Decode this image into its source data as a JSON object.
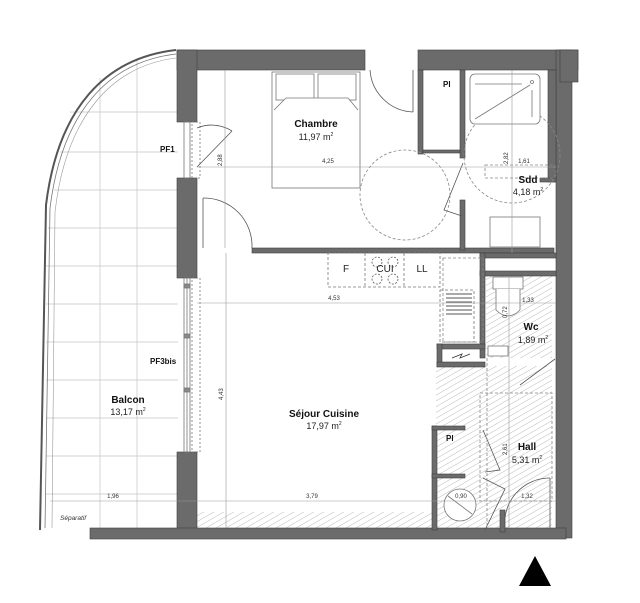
{
  "plan": {
    "rooms": {
      "chambre": {
        "name": "Chambre",
        "area": "11,97 m",
        "unit_sup": "2"
      },
      "sdd": {
        "name": "Sdd",
        "area": "4,18 m",
        "unit_sup": "2"
      },
      "wc": {
        "name": "Wc",
        "area": "1,89 m",
        "unit_sup": "2"
      },
      "sejour": {
        "name": "Séjour Cuisine",
        "area": "17,97 m",
        "unit_sup": "2"
      },
      "hall": {
        "name": "Hall",
        "area": "5,31 m",
        "unit_sup": "2"
      },
      "balcon": {
        "name": "Balcon",
        "area": "13,17 m",
        "unit_sup": "2"
      }
    },
    "openings": {
      "pf1": "PF1",
      "pf3bis": "PF3bis"
    },
    "closets": {
      "pl_top": "Pl",
      "pl_hall": "Pl"
    },
    "kitchen": {
      "fridge": "F",
      "cooktop": "CUI",
      "dishwasher": "LL"
    },
    "dimensions": {
      "chambre_width": "4,25",
      "chambre_height": "2,88",
      "sdd_width": "1,61",
      "sdd_height": "2,82",
      "sejour_width": "4,53",
      "sejour_height": "4,43",
      "sejour_bottom": "3,79",
      "wc_width": "1,33",
      "wc_clear": "0,72",
      "hall_height": "2,61",
      "hall_width": "1,32",
      "hall_circle": "0,90",
      "balcon_width": "1,96"
    },
    "annotations": {
      "separatif": "Séparatif",
      "north_arrow": "north-arrow"
    },
    "colors": {
      "wall": "#6b6b6b",
      "wall_dark": "#4a4a4a",
      "line": "#888888",
      "hatch": "#9a9a9a",
      "background": "#ffffff"
    }
  }
}
